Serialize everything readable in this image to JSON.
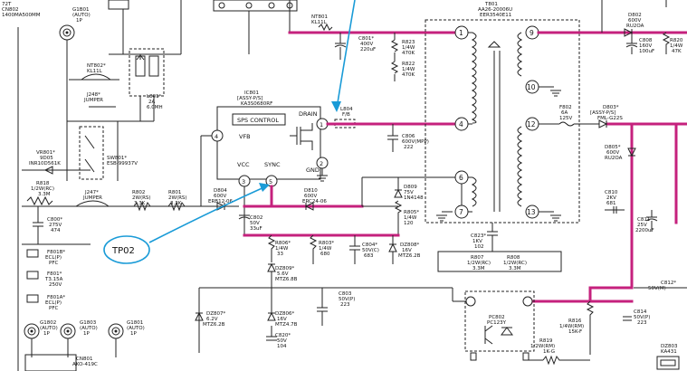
{
  "callout": {
    "label": "TP02",
    "color": "#1a9bd7"
  },
  "highlight_color": "#c5217d",
  "ic": {
    "ref": "IC801",
    "part": "[ASSY-P/S]",
    "model": "KA3S0680RF",
    "title": "SPS CONTROL",
    "pins": {
      "vfb": "VFB",
      "drain": "DRAIN",
      "vcc": "VCC",
      "sync": "SYNC",
      "gnd": "GND"
    }
  },
  "nodes": {
    "n1": "1",
    "n2": "2",
    "n3": "3",
    "n4": "4",
    "n5": "5"
  },
  "transformer": {
    "ref": "T801",
    "part": "AA26-20006U",
    "model": "EER3540E11",
    "pins": [
      "1",
      "4",
      "6",
      "7",
      "9",
      "10",
      "12",
      "13"
    ]
  },
  "labels": {
    "g_top": [
      "G1B01",
      "(AUTO)",
      "1P"
    ],
    "cn802": [
      "72T",
      "CN802",
      "1400MA500MM"
    ],
    "nt801": [
      "NT801",
      "KL11L"
    ],
    "c801": [
      "C801*",
      "400V",
      "220uF"
    ],
    "r823": [
      "R823",
      "1/4W",
      "470K"
    ],
    "r822": [
      "R822",
      "1/4W",
      "470K"
    ],
    "nt802": [
      "NT802*",
      "KL11L"
    ],
    "j248": [
      "J248*",
      "JUMPER"
    ],
    "l801": [
      "L801*",
      "2A",
      "6.0MH"
    ],
    "sw801": [
      "SW801*",
      "ESB-99937V"
    ],
    "vr801": [
      "VR801*",
      "9D05",
      "INR10D561K"
    ],
    "r818": [
      "R818",
      "1/2W(RC)",
      "3.3M"
    ],
    "j247": [
      "J247*",
      "JUMPER"
    ],
    "r802": [
      "R802",
      "2W(RS)",
      "3.3K"
    ],
    "r801": [
      "R801",
      "2W(RS)",
      "3.3K"
    ],
    "c800": [
      "C800*",
      "275V",
      "474"
    ],
    "f801b": [
      "F801B*",
      "ECL(P)",
      "PFC"
    ],
    "f801": [
      "F801*",
      "T3.15A",
      "250V"
    ],
    "f801a": [
      "F801A*",
      "ECL(P)",
      "PFC"
    ],
    "l804": [
      "L804",
      "F/B"
    ],
    "c806": [
      "C806",
      "600V(MPP)",
      "222"
    ],
    "d804": [
      "D804",
      "600V",
      "ERB12-06"
    ],
    "d810": [
      "D810",
      "600V",
      "ERC24-06"
    ],
    "c802": [
      "C802",
      "50V",
      "33uF"
    ],
    "d809": [
      "D809",
      "75V",
      "1N4148"
    ],
    "r805": [
      "R805*",
      "1/4W",
      "120"
    ],
    "r806": [
      "R806*",
      "1/4W",
      "33"
    ],
    "r803": [
      "R803*",
      "1/4W",
      "680"
    ],
    "c804": [
      "C804*",
      "50V(C)",
      "683"
    ],
    "dz808": [
      "DZ808*",
      "16V",
      "MTZ6.2B"
    ],
    "dz809": [
      "DZ809*",
      "5.6V",
      "MTZ6.8B"
    ],
    "c803": [
      "C803",
      "50V(P)",
      "223"
    ],
    "dz807": [
      "DZ807*",
      "6.2V",
      "MTZ6.2B"
    ],
    "dz806": [
      "DZ806*",
      "16V",
      "MTZ4.7B"
    ],
    "c820": [
      "C820*",
      "50V",
      "104"
    ],
    "c823": [
      "C823*",
      "1KV",
      "102"
    ],
    "r807": [
      "R807",
      "1/2W(RC)",
      "3.3M"
    ],
    "r808": [
      "R808",
      "1/2W(RC)",
      "3.3M"
    ],
    "f802": [
      "F802",
      "6A",
      "125V"
    ],
    "d803": [
      "D803*",
      "[ASSY-P/S]",
      "FML-G22S"
    ],
    "d802": [
      "D802",
      "600V",
      "RU2OA"
    ],
    "c808": [
      "C808",
      "160V",
      "100uF"
    ],
    "r820": [
      "R820",
      "1/4W",
      "47K"
    ],
    "d805": [
      "D805*",
      "600V",
      "RU2OA"
    ],
    "c810": [
      "C810",
      "2KV",
      "681"
    ],
    "c811": [
      "C811",
      "25V",
      "2200uF"
    ],
    "pc802": [
      "PC802",
      "PC123Y"
    ],
    "r816": [
      "R816",
      "1/4W(RM)",
      "15K-F"
    ],
    "r819": [
      "R819",
      "1/2W(RM)",
      "1K-G"
    ],
    "c812": [
      "C812*",
      "50V(M)"
    ],
    "c814": [
      "C814",
      "50V(P)",
      "223"
    ],
    "dz803": [
      "DZ803",
      "KA431"
    ],
    "g_bottom": [
      "G1802",
      "(AUTO)",
      "1P",
      "G1803",
      "(AUTO)",
      "1P",
      "G1801",
      "(AUTO)",
      "1P"
    ],
    "cn801": [
      "CN801",
      "AKO-419C"
    ]
  }
}
